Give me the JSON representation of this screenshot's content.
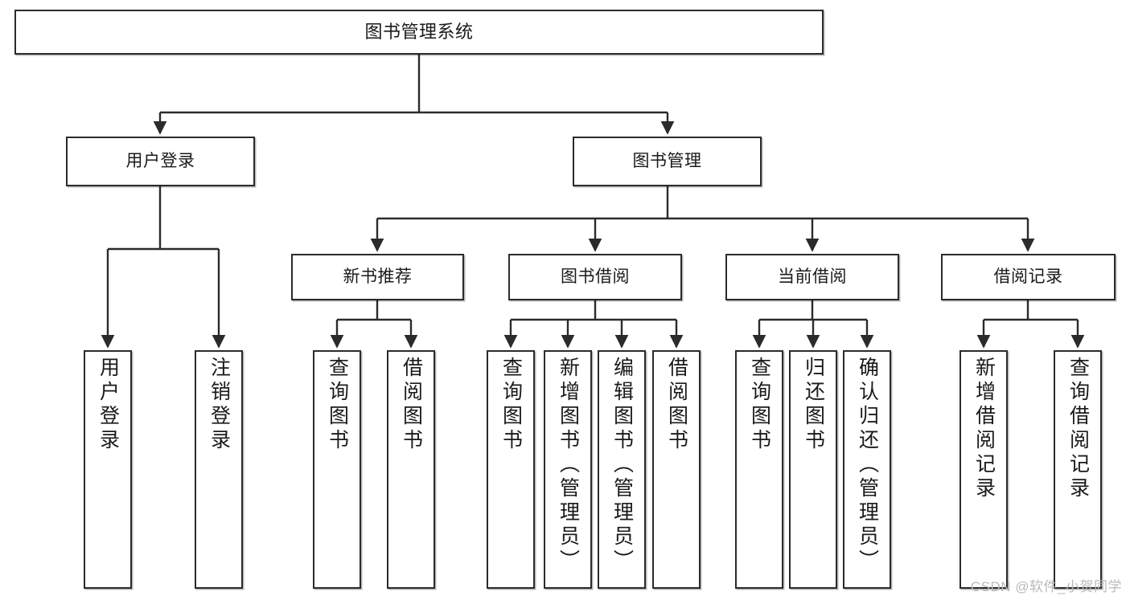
{
  "diagram": {
    "title": "图书管理系统",
    "type": "tree-hierarchy-chart",
    "watermark": "CSDN @软件_小贺同学",
    "colors": {
      "box_border": "#2b2b2b",
      "box_fill": "#ffffff",
      "connector": "#2b2b2b",
      "text": "#1a1a1a",
      "watermark": "#b9b9b9"
    },
    "levels": {
      "root": {
        "label": "图书管理系统"
      },
      "level2": [
        {
          "label": "用户登录"
        },
        {
          "label": "图书管理"
        }
      ],
      "level3": [
        {
          "label": "新书推荐"
        },
        {
          "label": "图书借阅"
        },
        {
          "label": "当前借阅"
        },
        {
          "label": "借阅记录"
        }
      ],
      "leaves": {
        "user_login": [
          {
            "label": "用户登录"
          },
          {
            "label": "注销登录"
          }
        ],
        "new_book_recommend": [
          {
            "label": "查询图书"
          },
          {
            "label": "借阅图书"
          }
        ],
        "book_borrow": [
          {
            "label": "查询图书"
          },
          {
            "label": "新增图书（管理员）"
          },
          {
            "label": "编辑图书（管理员）"
          },
          {
            "label": "借阅图书"
          }
        ],
        "current_borrow": [
          {
            "label": "查询图书"
          },
          {
            "label": "归还图书"
          },
          {
            "label": "确认归还（管理员）"
          }
        ],
        "borrow_record": [
          {
            "label": "新增借阅记录"
          },
          {
            "label": "查询借阅记录"
          }
        ]
      }
    }
  }
}
